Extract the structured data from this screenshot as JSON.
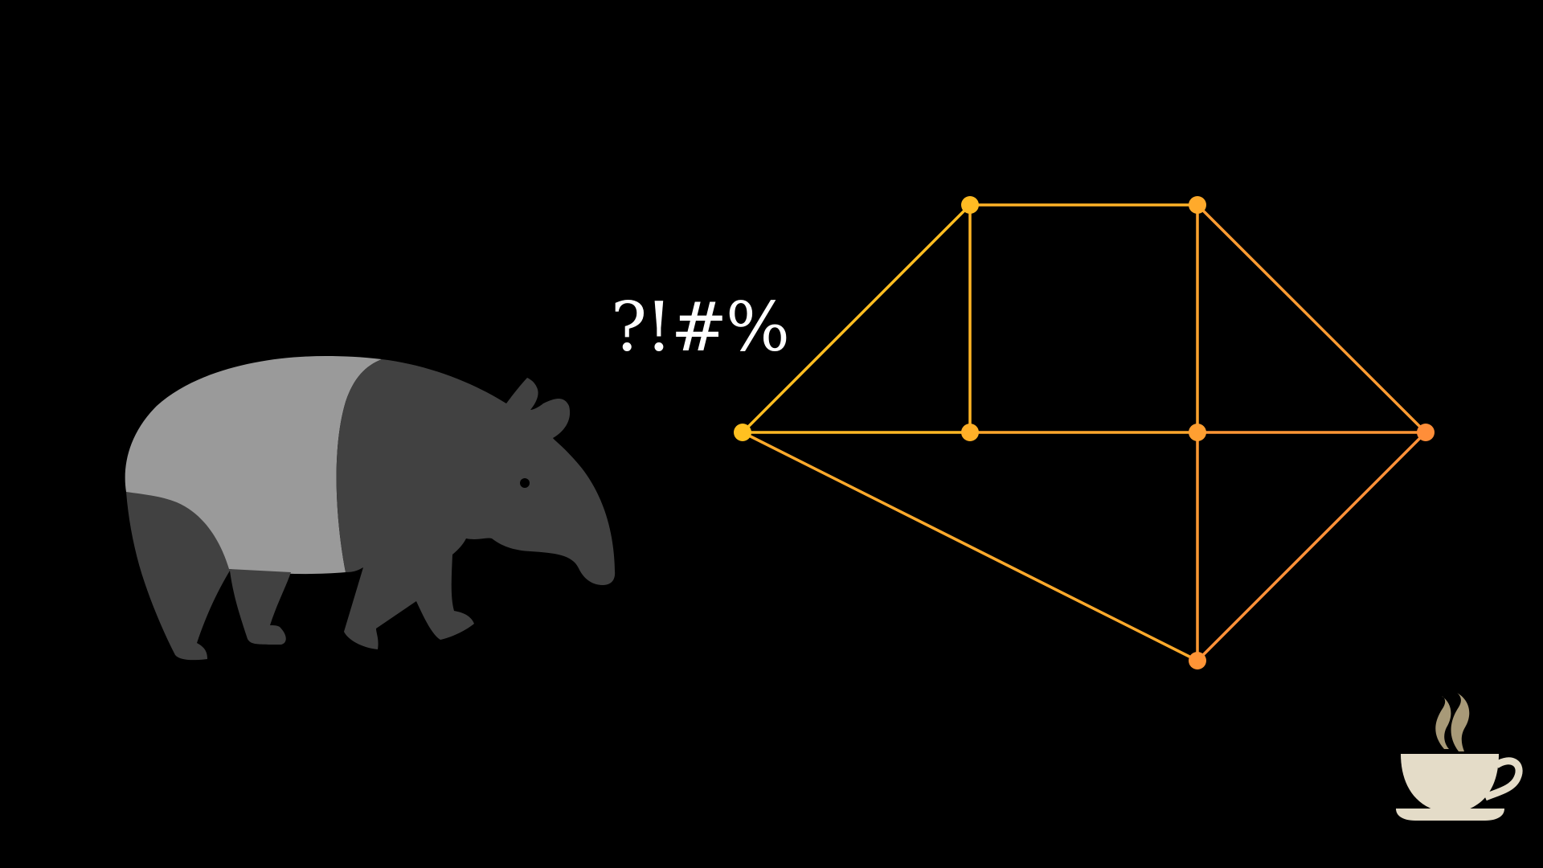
{
  "speech_text": "?!#%",
  "colors": {
    "background": "#000000",
    "tapir_light": "#9a9a9a",
    "tapir_dark": "#414141",
    "graph_yellow": "#ffcc1a",
    "graph_orange": "#ff8c3a",
    "cup": "#e4dcc8",
    "steam": "#a89a78"
  },
  "graph": {
    "nodes": [
      "n1",
      "n2",
      "n3",
      "n4",
      "n5",
      "n6",
      "n7",
      "n8"
    ],
    "edges": [
      [
        "n1",
        "n2"
      ],
      [
        "n2",
        "n3"
      ],
      [
        "n3",
        "n4"
      ],
      [
        "n1",
        "n5"
      ],
      [
        "n5",
        "n6"
      ],
      [
        "n6",
        "n4"
      ],
      [
        "n2",
        "n5"
      ],
      [
        "n3",
        "n6"
      ],
      [
        "n6",
        "n7"
      ],
      [
        "n4",
        "n7"
      ],
      [
        "n1",
        "n7"
      ]
    ]
  },
  "icons": {
    "animal": "tapir-icon",
    "corner": "coffee-cup-icon"
  }
}
